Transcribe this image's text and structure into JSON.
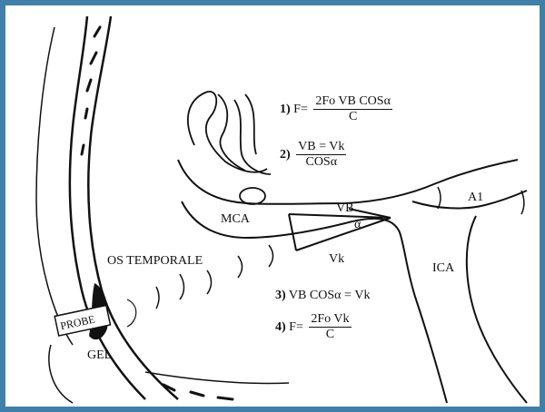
{
  "labels": {
    "mca": "MCA",
    "ica": "ICA",
    "a1": "A1",
    "os_temporale": "OS TEMPORALE",
    "probe": "PROBE",
    "gel": "GEL",
    "vb": "VB",
    "vk": "Vk",
    "alpha": "α"
  },
  "equations": [
    {
      "number": "1)",
      "lhs": "F=",
      "numerator": "2Fo VB COSα",
      "denominator": "C"
    },
    {
      "number": "2)",
      "numerator": "VB = Vk",
      "denominator": "COSα"
    },
    {
      "number": "3)",
      "text": "VB COSα = Vk"
    },
    {
      "number": "4)",
      "lhs": "F=",
      "numerator": "2Fo Vk",
      "denominator": "C"
    }
  ],
  "colors": {
    "frame": "#3f7fa8",
    "ink": "#111111"
  }
}
